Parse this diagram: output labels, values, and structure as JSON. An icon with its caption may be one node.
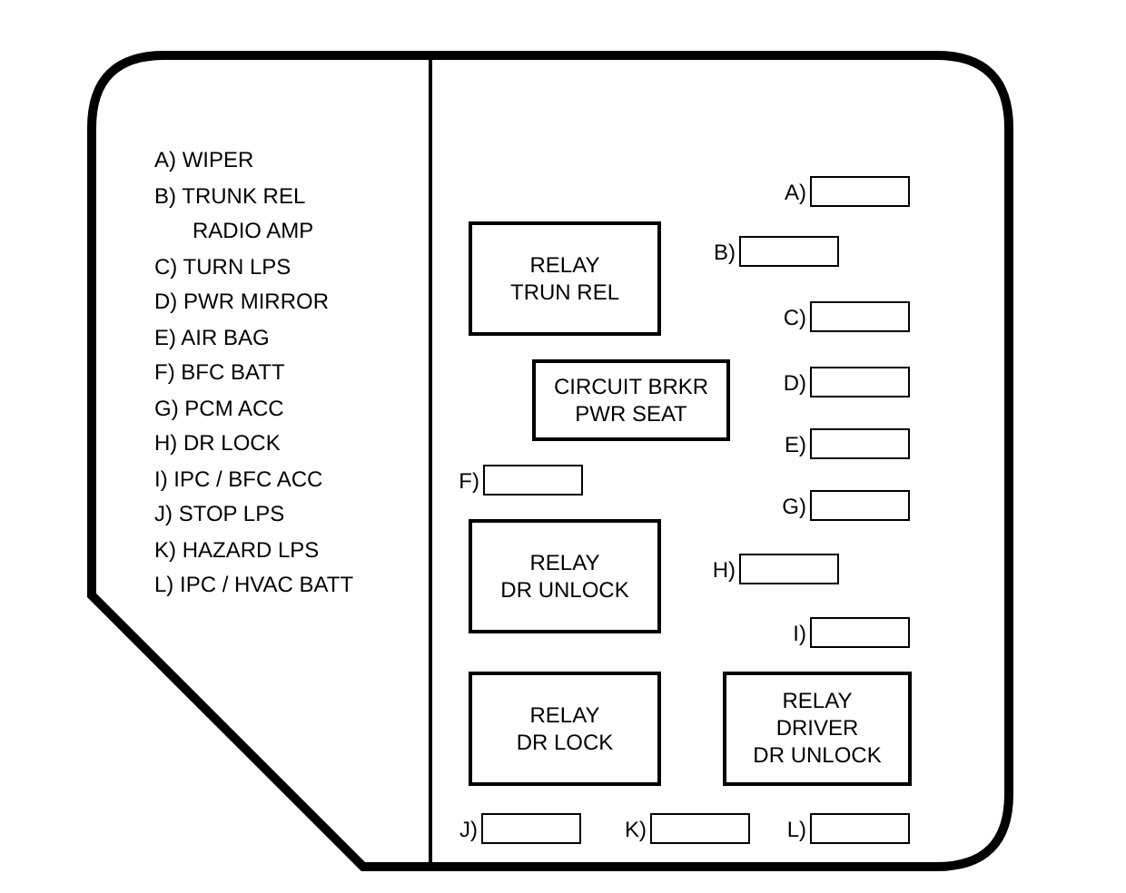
{
  "diagram": {
    "nodes": [
      {
        "text": [],
        "shape": "box"
      },
      {
        "text": [],
        "shape": "box",
        "in": 0,
        "beside": [
          "A)"
        ]
      },
      {
        "text": [
          "RELAY",
          "TRUN REL"
        ],
        "in": 0
      },
      {
        "text": [],
        "shape": "box",
        "in": 0,
        "beside": [
          "B)"
        ]
      },
      {
        "text": [],
        "shape": "box",
        "in": 0,
        "beside": [
          "C)"
        ]
      },
      {
        "text": [
          "CIRCUIT BRKR",
          "PWR SEAT"
        ],
        "in": 0
      },
      {
        "text": [],
        "shape": "box",
        "in": 0,
        "beside": [
          "D)"
        ]
      },
      {
        "text": [],
        "shape": "box",
        "in": 0,
        "beside": [
          "E)"
        ]
      },
      {
        "text": [],
        "shape": "box",
        "in": 0,
        "beside": [
          "F)"
        ]
      },
      {
        "text": [],
        "shape": "box",
        "in": 0,
        "beside": [
          "G)"
        ]
      },
      {
        "text": [
          "RELAY",
          "DR UNLOCK"
        ],
        "in": 0
      },
      {
        "text": [],
        "shape": "box",
        "in": 0,
        "beside": [
          "H)"
        ]
      },
      {
        "text": [],
        "shape": "box",
        "in": 0,
        "beside": [
          "I)"
        ]
      },
      {
        "text": [
          "RELAY",
          "DR LOCK"
        ],
        "in": 0
      },
      {
        "text": [
          "RELAY",
          "DRIVER",
          "DR UNLOCK"
        ],
        "in": 0
      },
      {
        "text": [],
        "shape": "box",
        "in": 0,
        "beside": [
          "J)"
        ]
      },
      {
        "text": [],
        "shape": "box",
        "in": 0,
        "beside": [
          "K)"
        ]
      },
      {
        "text": [],
        "shape": "box",
        "in": 0,
        "beside": [
          "L)"
        ]
      }
    ],
    "labels": [
      "A) WIPER",
      "B) TRUNK REL",
      "RADIO AMP",
      "C) TURN LPS",
      "D) PWR MIRROR",
      "E) AIR BAG",
      "F) BFC BATT",
      "G) PCM ACC",
      "H) DR LOCK",
      "I) IPC / BFC ACC",
      "J) STOP LPS",
      "K) HAZARD LPS",
      "L) IPC / HVAC BATT"
    ]
  }
}
